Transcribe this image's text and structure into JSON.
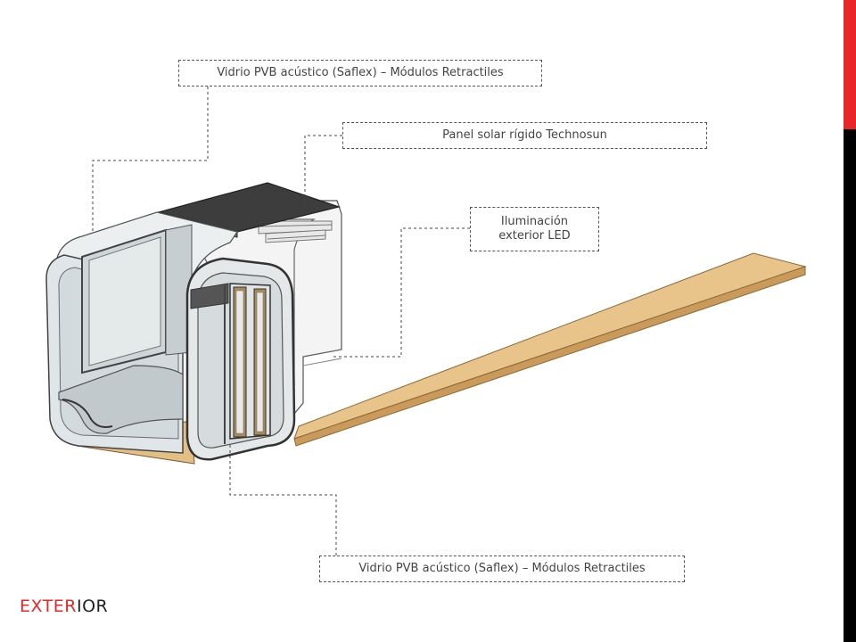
{
  "labels": {
    "top": "Vidrio PVB acústico (Saflex) – Módulos Retractiles",
    "solar": "Panel solar rígido Technosun",
    "led_line1": "Iluminación",
    "led_line2": "exterior LED",
    "bottom": "Vidrio PVB acústico (Saflex) – Módulos Retractiles"
  },
  "title": {
    "accent_part": "EXTER",
    "rest_part": "IOR"
  },
  "colors": {
    "accent": "#e8262a",
    "side_bar": "#000000",
    "plank": "#e9c48a",
    "solar_panel": "#3d3d3d",
    "glass": "#dfe5e8"
  }
}
